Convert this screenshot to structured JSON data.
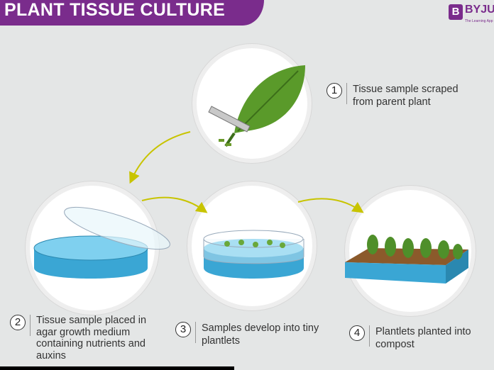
{
  "header": {
    "title": "PLANT TISSUE CULTURE"
  },
  "logo": {
    "brand": "BYJU",
    "tagline": "The Learning App",
    "mark": "B"
  },
  "steps": [
    {
      "number": "1",
      "text": "Tissue sample scraped from parent plant"
    },
    {
      "number": "2",
      "text": "Tissue sample placed in agar growth medium containing nutrients and auxins"
    },
    {
      "number": "3",
      "text": "Samples develop into tiny plantlets"
    },
    {
      "number": "4",
      "text": "Plantlets planted into compost"
    }
  ],
  "colors": {
    "banner": "#7a2c8c",
    "arrow": "#c8c400",
    "leaf": "#5a9a2a",
    "dish": "#3aa6d4",
    "soil": "#8b5a2b"
  }
}
